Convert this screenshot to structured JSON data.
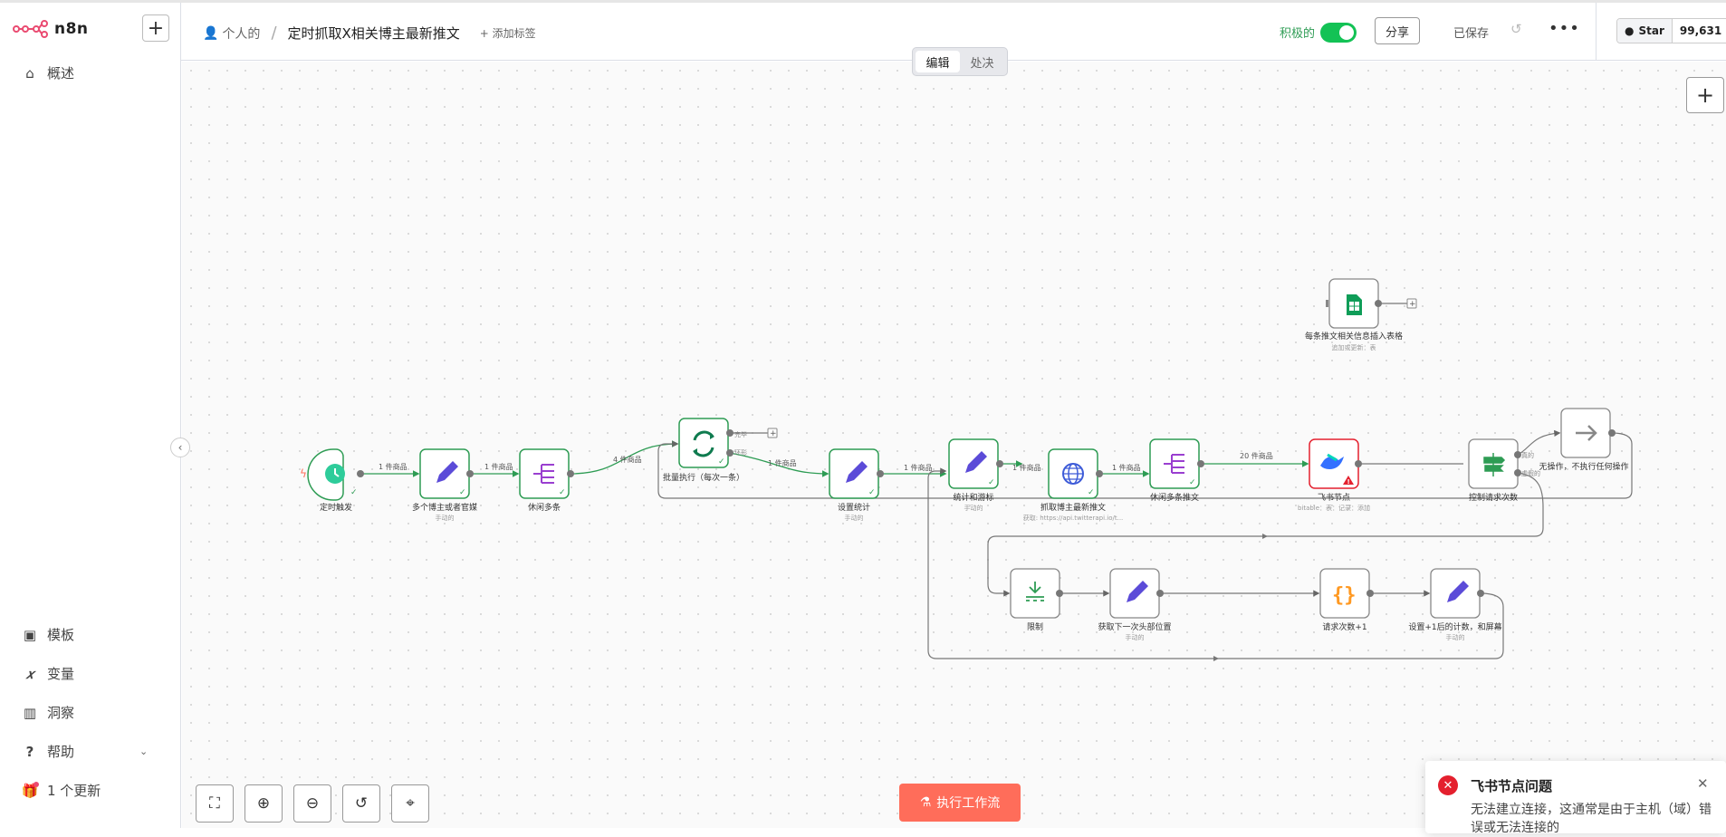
{
  "app": {
    "name": "n8n"
  },
  "sidebar": {
    "items": [
      {
        "key": "overview",
        "label": "概述"
      },
      {
        "key": "templates",
        "label": "模板"
      },
      {
        "key": "variables",
        "label": "变量"
      },
      {
        "key": "insights",
        "label": "洞察"
      },
      {
        "key": "help",
        "label": "帮助"
      },
      {
        "key": "updates",
        "label": "1 个更新"
      }
    ]
  },
  "header": {
    "project": "个人的",
    "separator": "/",
    "workflow_title": "定时抓取X相关博主最新推文",
    "add_tag": "+ 添加标签",
    "active_label": "积极的",
    "active": true,
    "share": "分享",
    "saved": "已保存",
    "github_star": "Star",
    "github_count": "99,631"
  },
  "canvas": {
    "mode_tabs": [
      "编辑",
      "处决"
    ],
    "nodes": [
      {
        "name": "定时触发",
        "sub": ""
      },
      {
        "name": "多个博主或者官媒",
        "sub": "手动的"
      },
      {
        "name": "休闲多条",
        "sub": ""
      },
      {
        "name": "批量执行（每次一条）",
        "sub": ""
      },
      {
        "name": "设置统计",
        "sub": "手动的"
      },
      {
        "name": "统计和游标",
        "sub": "手动的"
      },
      {
        "name": "抓取博主最新推文",
        "sub": "获取: https://api.twitterapi.io/t..."
      },
      {
        "name": "休闲多条推文",
        "sub": ""
      },
      {
        "name": "飞书节点",
        "sub": "bitable：表：记录：添加"
      },
      {
        "name": "控制请求次数",
        "sub": ""
      },
      {
        "name": "无操作，不执行任何操作",
        "sub": ""
      },
      {
        "name": "限制",
        "sub": ""
      },
      {
        "name": "获取下一次头部位置",
        "sub": "手动的"
      },
      {
        "name": "请求次数+1",
        "sub": ""
      },
      {
        "name": "设置+1后的计数，和屏幕",
        "sub": "手动的"
      },
      {
        "name": "每条推文相关信息插入表格",
        "sub": "追加或更新：表"
      }
    ],
    "edge_labels": [
      "1 件商品",
      "1 件商品",
      "4 件商品",
      "1 件商品",
      "1 件商品",
      "1 件商品",
      "1 件商品",
      "20 件商品"
    ],
    "port_labels": {
      "loop_done": "完毕",
      "loop_loop": "环形",
      "if_true": "真的",
      "if_false": "虚假的"
    },
    "execute_button": "执行工作流"
  },
  "toast": {
    "title": "飞书节点问题",
    "message": "无法建立连接，这通常是由于主机（域）错误或无法连接的"
  },
  "colors": {
    "accent": "#ff6d5a",
    "success": "#2e9c54",
    "error": "#e4202e",
    "toggle": "#13c255"
  }
}
